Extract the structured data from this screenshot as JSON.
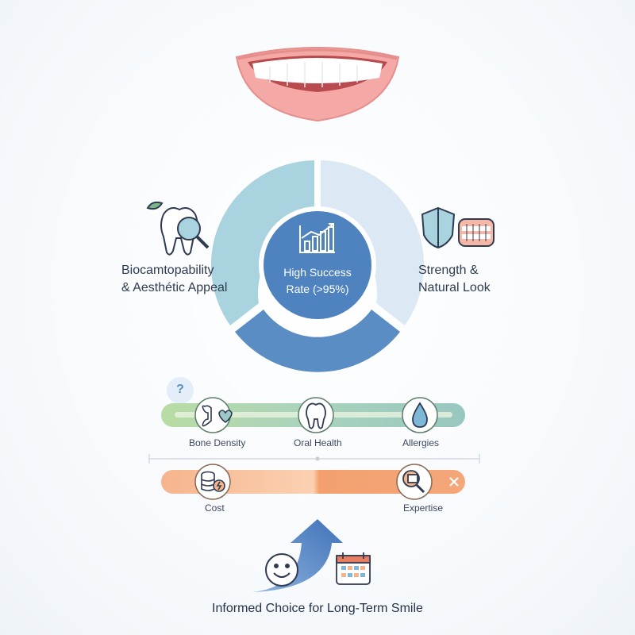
{
  "diagram": {
    "left_label": [
      "Biocamtopability",
      "& Aesthétic Appeal"
    ],
    "right_label": [
      "Strength &",
      "Natural Look"
    ],
    "center_label": [
      "High Success",
      "Rate (>95%)"
    ],
    "top_bar_labels": [
      "Bone Density",
      "Oral Health",
      "Allergies"
    ],
    "bottom_bar_labels": [
      "Cost",
      "Expertise"
    ],
    "question_mark": "?",
    "footer": "Informed Choice for Long-Term Smile"
  },
  "colors": {
    "segment_left": "#a9d3df",
    "segment_right": "#dbe8f3",
    "segment_bottom": "#5b8ec3",
    "center": "#4f83bf",
    "green_bar": "#b8d8a8",
    "teal_bar": "#9cc9b9",
    "orange_bar": "#f6b58a",
    "arrow": "#4f7fc0"
  }
}
